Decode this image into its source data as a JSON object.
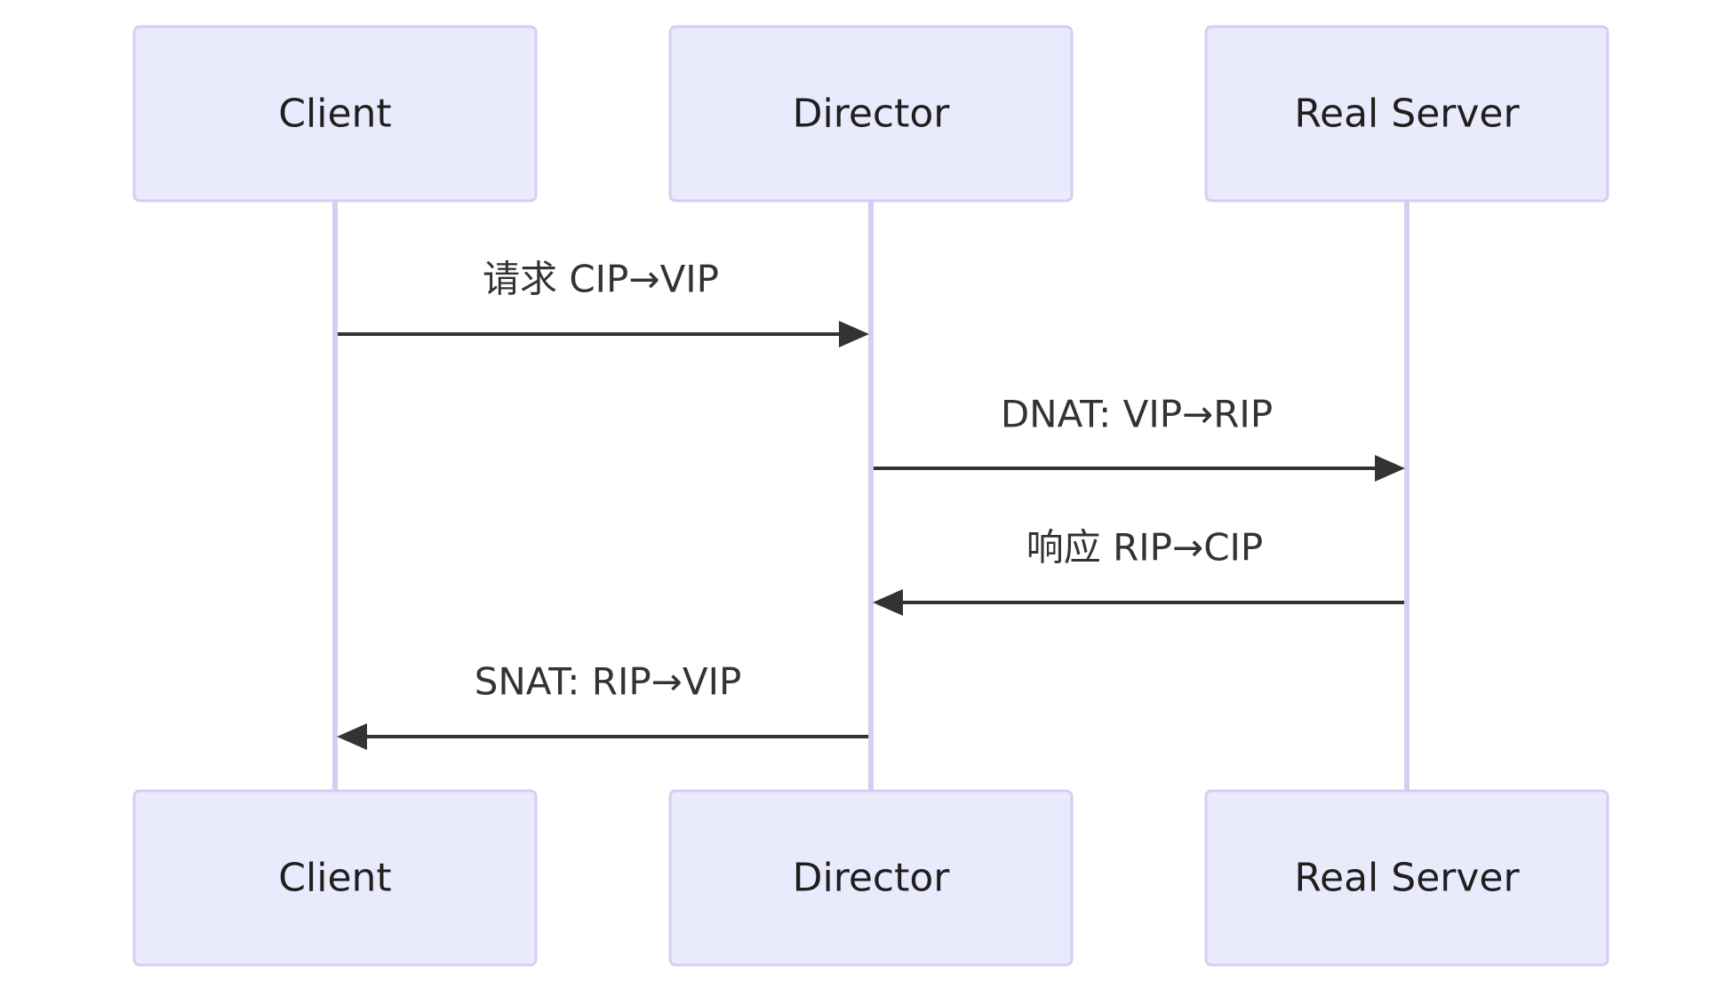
{
  "participants": [
    {
      "id": "client",
      "label": "Client"
    },
    {
      "id": "director",
      "label": "Director"
    },
    {
      "id": "realserver",
      "label": "Real Server"
    }
  ],
  "messages": [
    {
      "from": "client",
      "to": "director",
      "label": "请求 CIP→VIP"
    },
    {
      "from": "director",
      "to": "realserver",
      "label": "DNAT: VIP→RIP"
    },
    {
      "from": "realserver",
      "to": "director",
      "label": "响应 RIP→CIP"
    },
    {
      "from": "director",
      "to": "client",
      "label": "SNAT: RIP→VIP"
    }
  ],
  "colors": {
    "actor_fill": "#eaeafd",
    "actor_border": "#d7cdf2",
    "lifeline": "#d7cdf2",
    "message": "#333333"
  }
}
